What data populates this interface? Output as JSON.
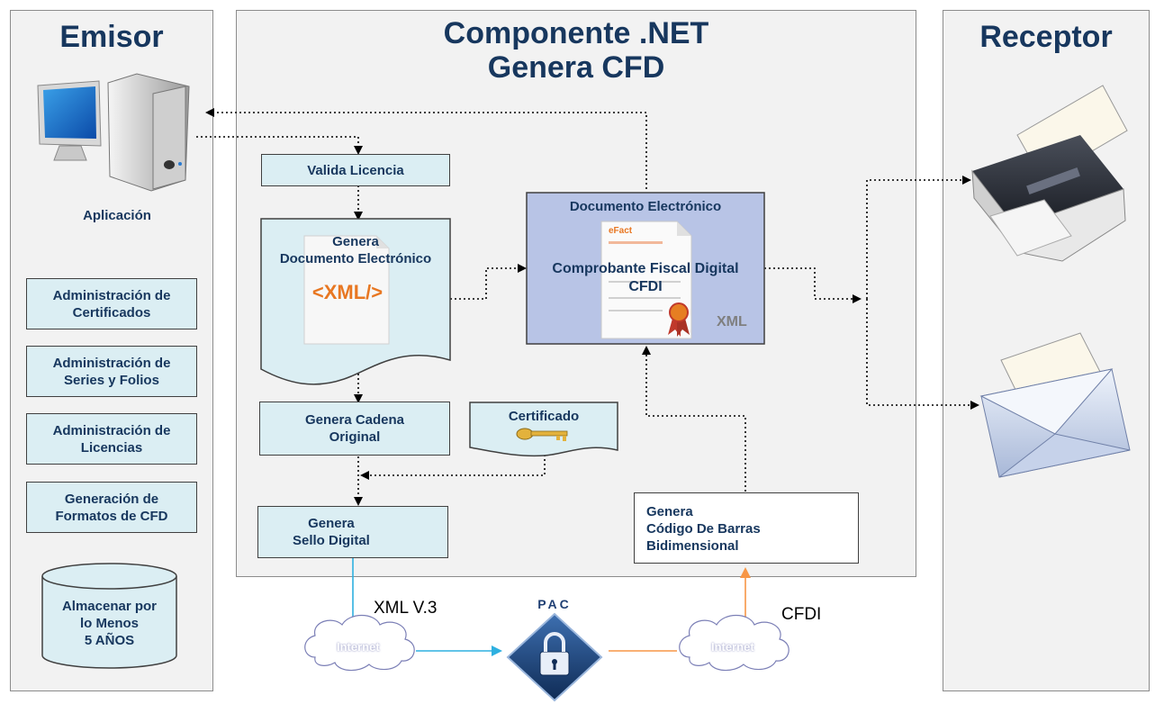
{
  "emisor": {
    "title": "Emisor",
    "app_label": "Aplicación",
    "buttons": [
      {
        "line1": "Administración de",
        "line2": "Certificados"
      },
      {
        "line1": "Administración de",
        "line2": "Series y Folios"
      },
      {
        "line1": "Administración de",
        "line2": "Licencias"
      },
      {
        "line1": "Generación de",
        "line2": "Formatos de CFD"
      }
    ],
    "storage": {
      "line1": "Almacenar por",
      "line2": "lo Menos",
      "line3": "5 AÑOS"
    }
  },
  "componente": {
    "title_line1": "Componente .NET",
    "title_line2": "Genera CFD",
    "valida_licencia": "Valida Licencia",
    "genera_doc": {
      "line1": "Genera",
      "line2": "Documento Electrónico",
      "xml_icon": "<XML/>"
    },
    "documento_electronico": {
      "header": "Documento Electrónico",
      "line1": "Comprobante Fiscal Digital",
      "line2": "CFDI",
      "xml_tag": "XML",
      "efact": "eFact"
    },
    "genera_cadena": {
      "line1": "Genera Cadena",
      "line2": "Original"
    },
    "certificado": "Certificado",
    "genera_sello": {
      "line1": "Genera",
      "line2": "Sello Digital"
    },
    "genera_codigo": {
      "line1": "Genera",
      "line2": "Código De Barras",
      "line3": "Bidimensional"
    }
  },
  "flow": {
    "xml_version": "XML V.3",
    "cfdi_label": "CFDI",
    "internet": "Internet",
    "pac": "PAC"
  },
  "receptor": {
    "title": "Receptor"
  },
  "colors": {
    "title_blue": "#17375e",
    "box_fill": "#dbeef3",
    "panel_fill": "#f2f2f2",
    "doc_fill": "#b8c4e6",
    "blue_line": "#2eb0e0",
    "orange_line": "#f79646"
  }
}
